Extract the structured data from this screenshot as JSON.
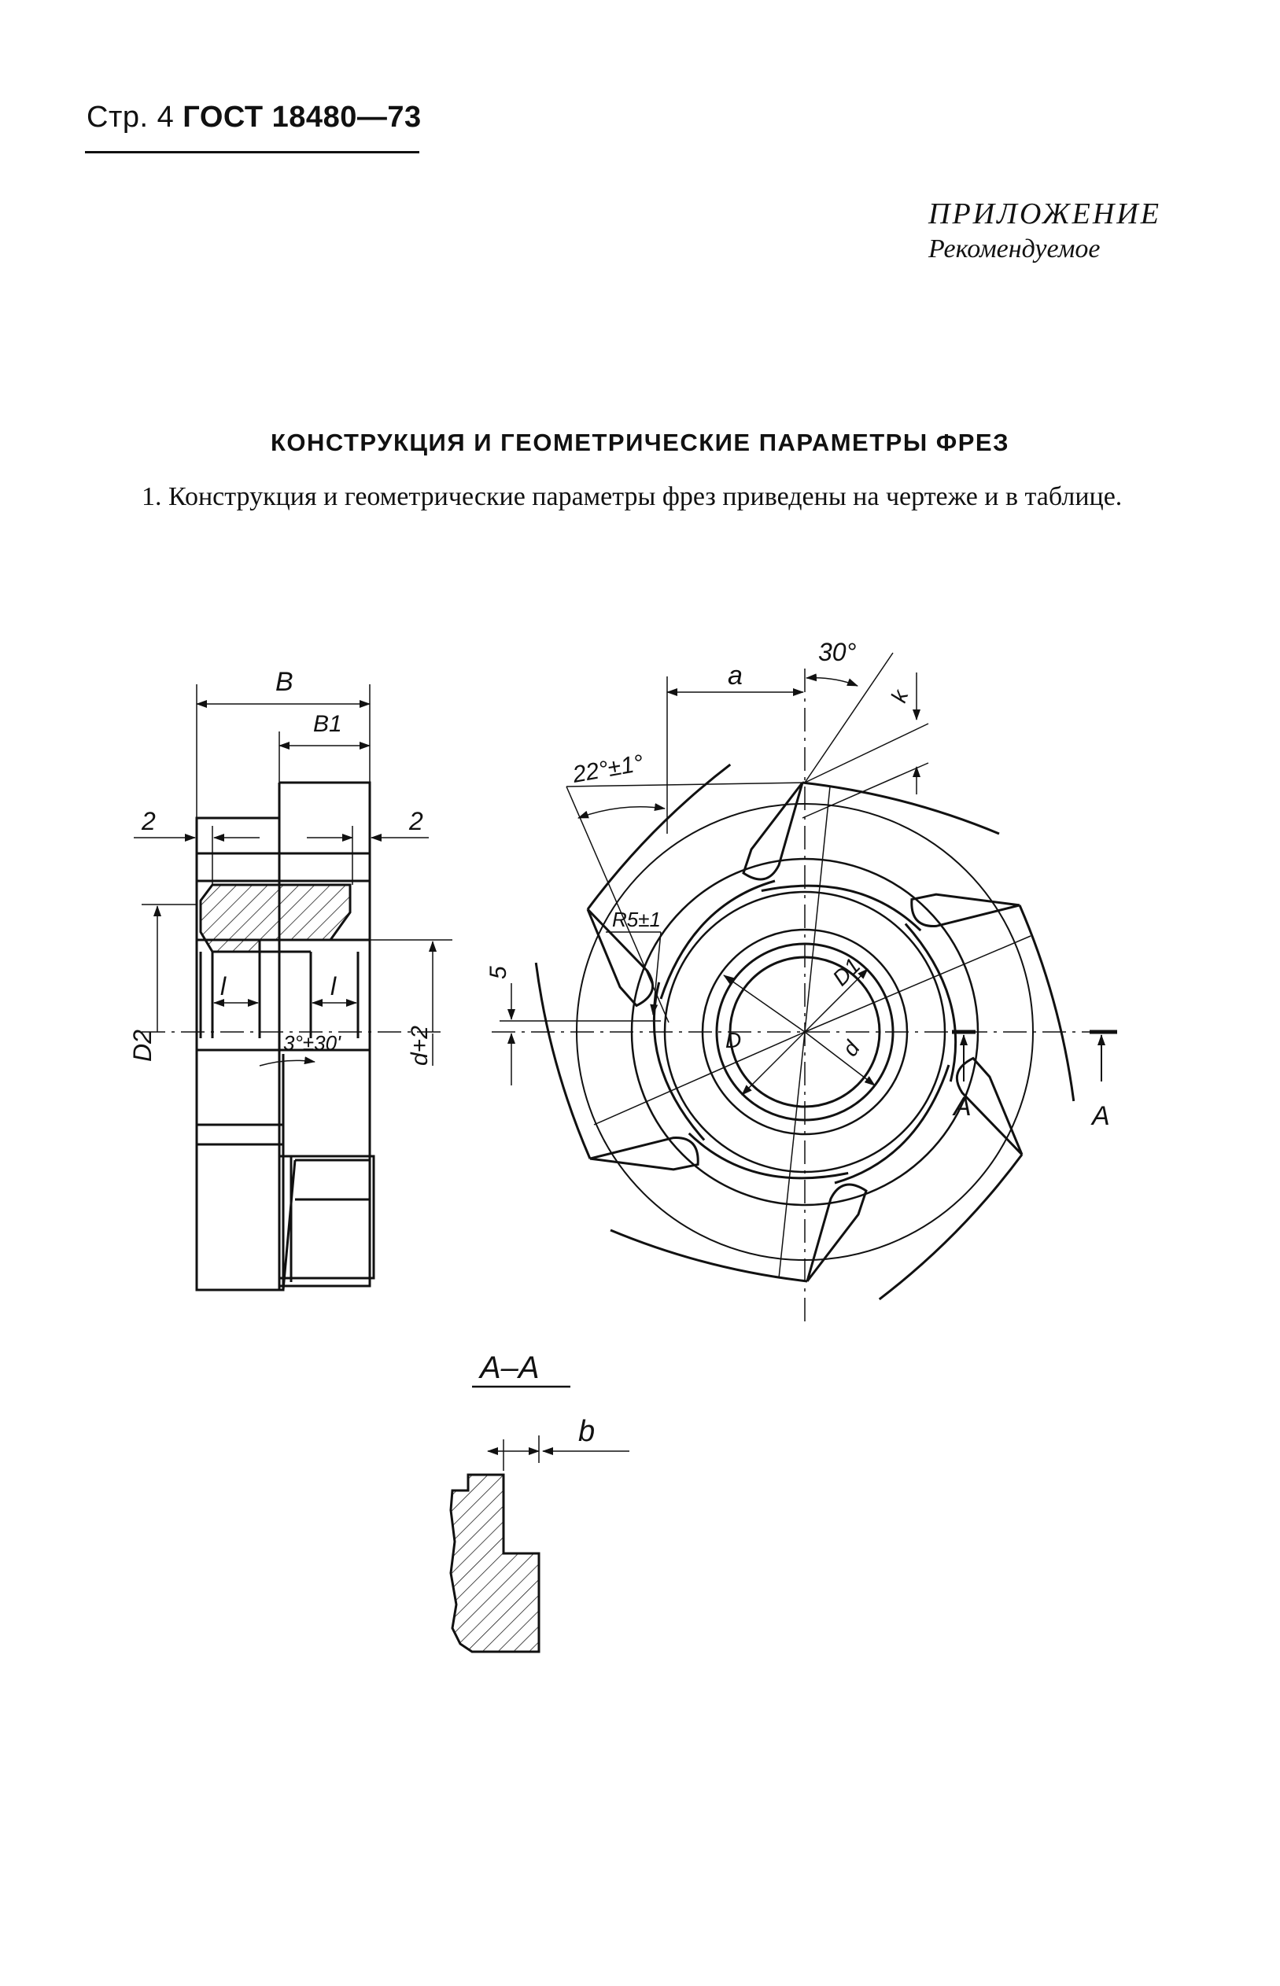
{
  "header": {
    "page_label": "Стр. 4",
    "standard": "ГОСТ 18480—73"
  },
  "appendix": {
    "title": "ПРИЛОЖЕНИЕ",
    "subtitle": "Рекомендуемое"
  },
  "section_title": "КОНСТРУКЦИЯ И ГЕОМЕТРИЧЕСКИЕ ПАРАМЕТРЫ ФРЕЗ",
  "paragraph": "1. Конструкция и геометрические параметры фрез приведены на чертеже и в таблице.",
  "drawing": {
    "side_view": {
      "dim_B": "B",
      "dim_B1": "B1",
      "dim_2_left": "2",
      "dim_2_right": "2",
      "dim_l_left": "l",
      "dim_l_right": "l",
      "dim_D2": "D2",
      "dim_d_plus_2": "d+2",
      "angle_3deg": "3°±30'"
    },
    "front_view": {
      "dim_a": "a",
      "angle_30": "30°",
      "dim_k": "k",
      "angle_22": "22°±1°",
      "radius_R5": "R5±1",
      "dim_5": "5",
      "dim_D1": "D1",
      "dim_D": "D",
      "dim_d": "d",
      "section_mark_inner": "A",
      "section_mark_outer": "A"
    },
    "section_view": {
      "title": "A–A",
      "dim_b": "b"
    }
  }
}
